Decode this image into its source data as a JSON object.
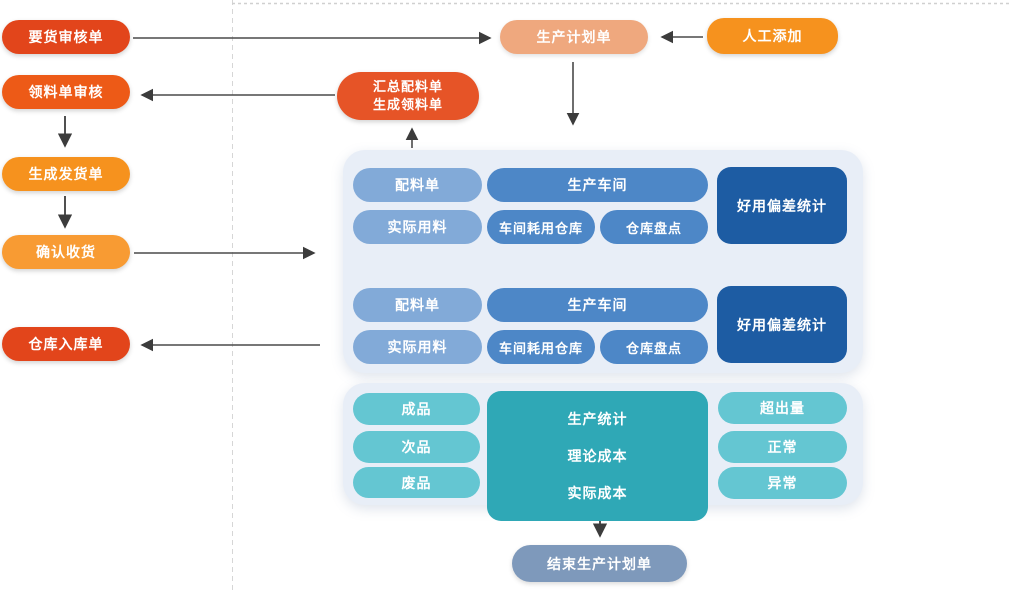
{
  "diagram_title": "production-planning-flow",
  "colors": {
    "node_red": "#e2451b",
    "node_orange_red": "#ed5a17",
    "node_orange": "#f6921e",
    "node_light_orange": "#f89b33",
    "node_salmon": "#efa87e",
    "node_deep_orange": "#e65427",
    "node_light_blue": "#82aad8",
    "node_mid_blue": "#4d87c7",
    "node_dark_blue": "#1d5ca3",
    "node_teal": "#2fa8b6",
    "node_light_teal": "#64c6d2",
    "node_blue_gray": "#7e99bb",
    "panel_background": "#e8eef7",
    "arrow": "#4a4a4a",
    "dashed_guide": "#d6d6d6"
  },
  "left_flow": {
    "items": [
      {
        "label": "要货审核单"
      },
      {
        "label": "领料单审核"
      },
      {
        "label": "生成发货单"
      },
      {
        "label": "确认收货"
      },
      {
        "label": "仓库入库单"
      }
    ]
  },
  "top_flow": {
    "production_plan": "生产计划单",
    "manual_add": "人工添加",
    "summary_line1": "汇总配料单",
    "summary_line2": "生成领料单"
  },
  "workshop_panel": {
    "groups": [
      {
        "bom": "配料单",
        "workshop": "生产车间",
        "actual_usage": "实际用料",
        "workshop_warehouse": "车间耗用仓库",
        "inventory_check": "仓库盘点",
        "deviation_stats": "好用偏差统计"
      },
      {
        "bom": "配料单",
        "workshop": "生产车间",
        "actual_usage": "实际用料",
        "workshop_warehouse": "车间耗用仓库",
        "inventory_check": "仓库盘点",
        "deviation_stats": "好用偏差统计"
      }
    ]
  },
  "stats_panel": {
    "finished": "成品",
    "defective": "次品",
    "scrap": "废品",
    "center_lines": [
      "生产统计",
      "理论成本",
      "实际成本"
    ],
    "excess": "超出量",
    "normal": "正常",
    "abnormal": "异常"
  },
  "end_node": {
    "label": "结束生产计划单"
  }
}
